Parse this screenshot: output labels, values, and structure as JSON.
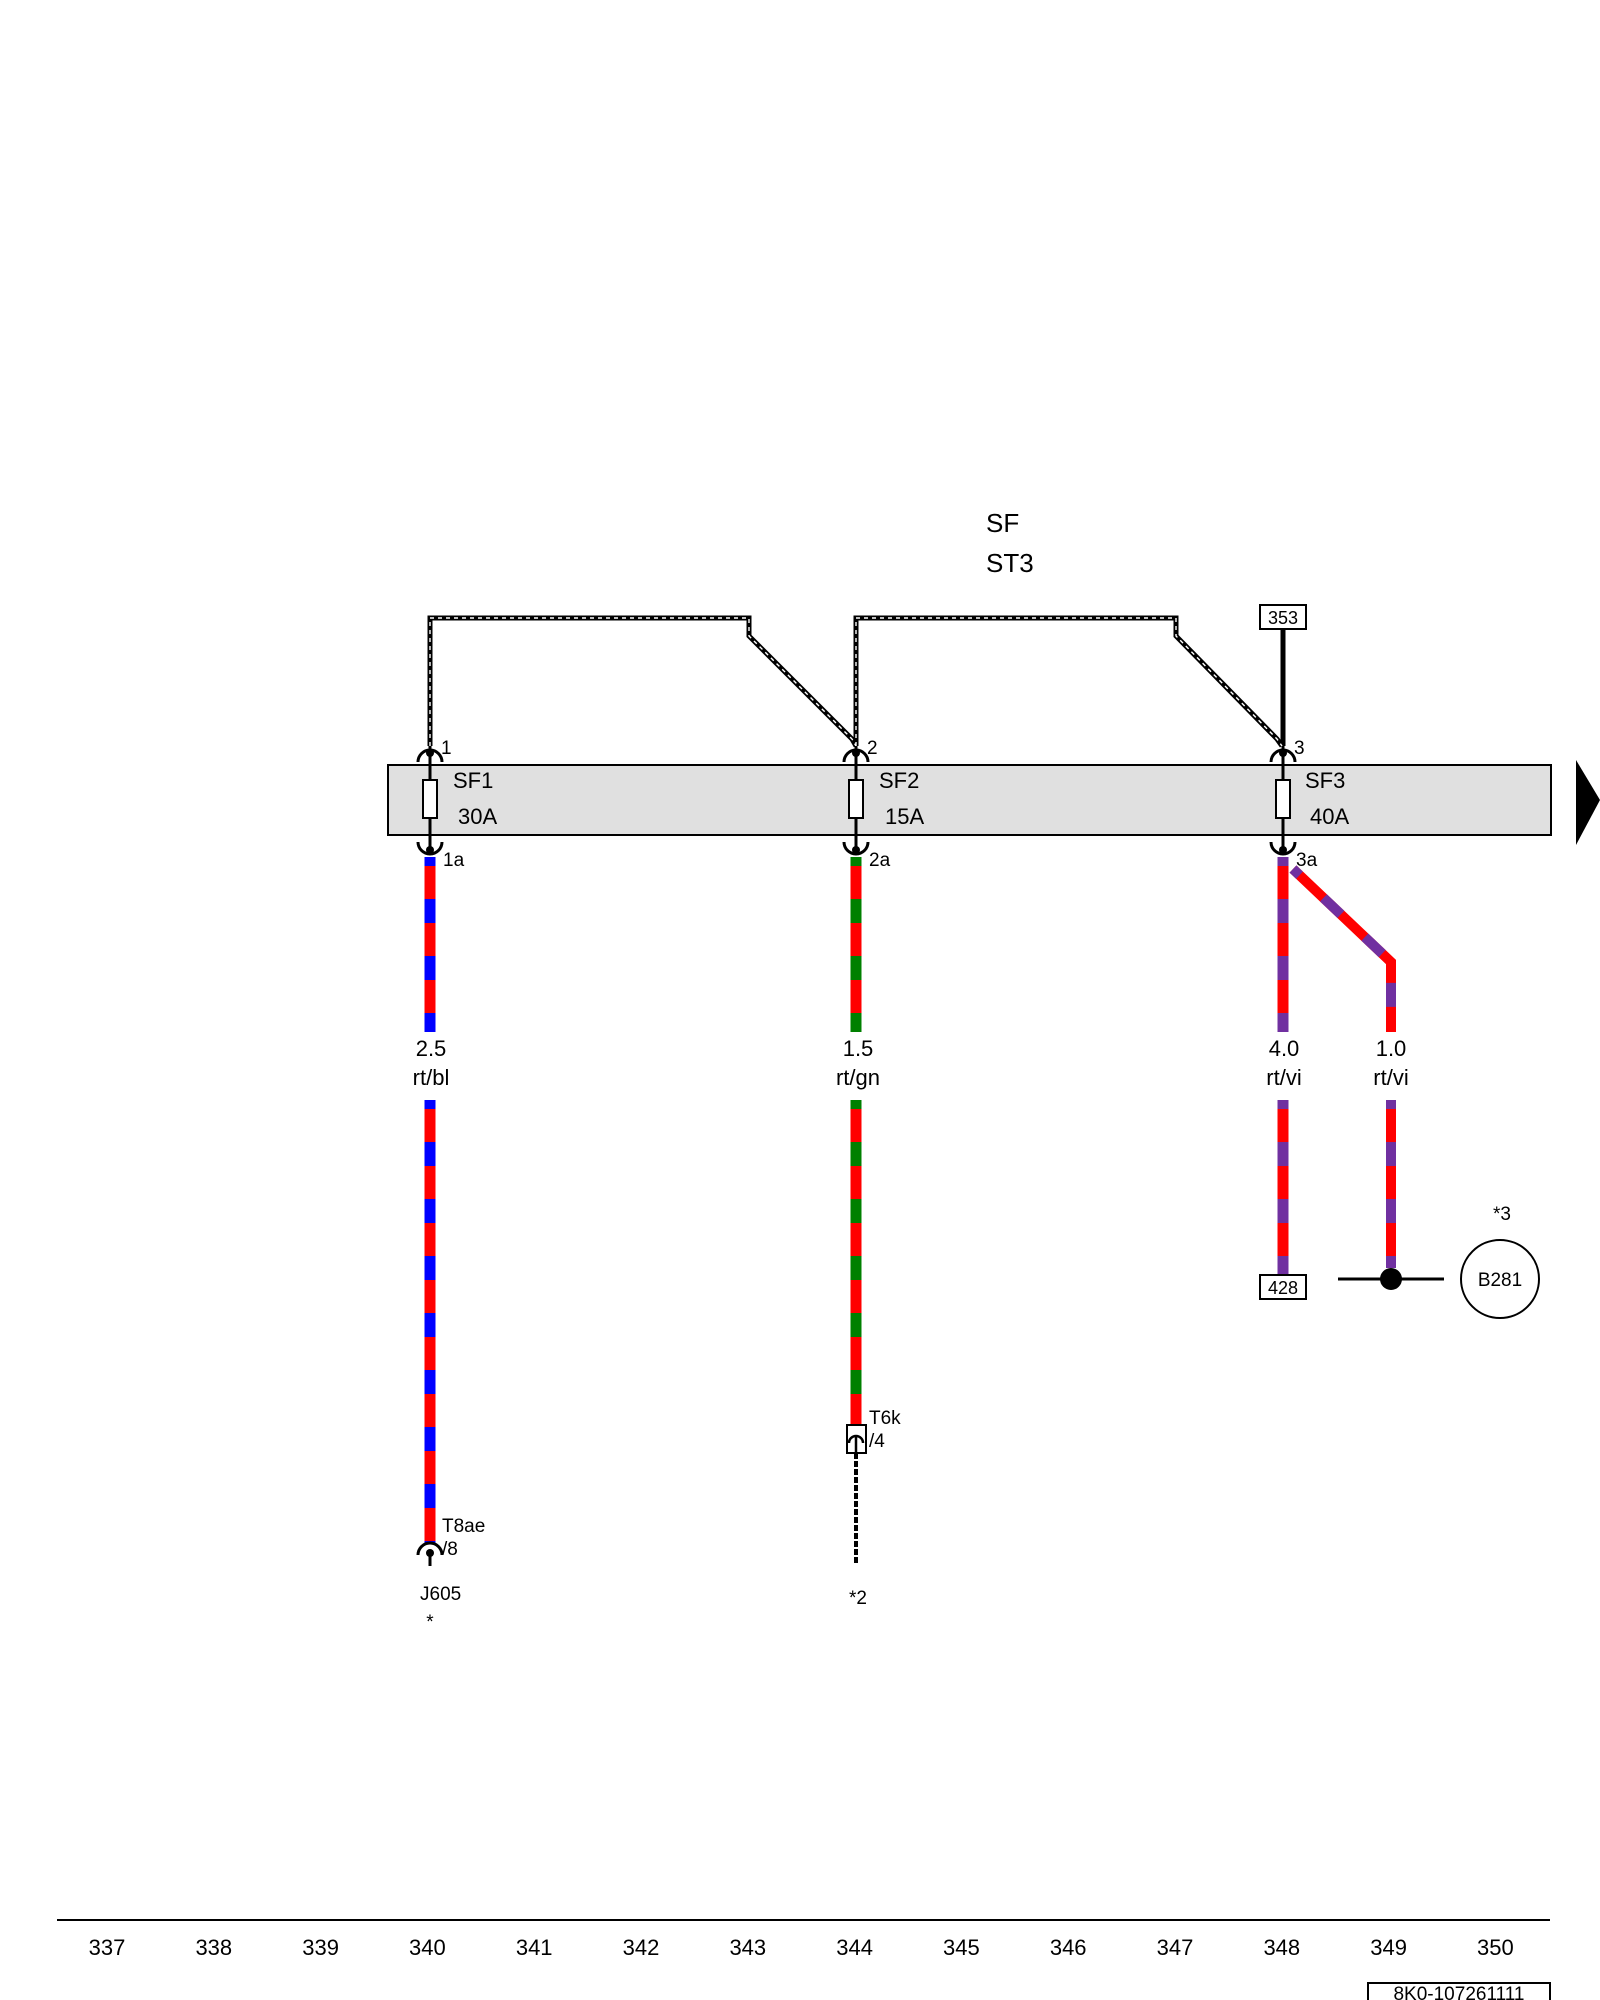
{
  "diagram": {
    "group_label": "SF",
    "carrier_label": "ST3",
    "fuses": [
      {
        "label": "SF1",
        "rating": "30A",
        "in_pin": "1",
        "out_pin": "1a"
      },
      {
        "label": "SF2",
        "rating": "15A",
        "in_pin": "2",
        "out_pin": "2a"
      },
      {
        "label": "SF3",
        "rating": "40A",
        "in_pin": "3",
        "out_pin": "3a"
      }
    ],
    "ref_boxes": {
      "top": "353",
      "bottom": "428"
    },
    "wires": [
      {
        "size": "2.5",
        "color_code": "rt/bl",
        "base_color": "#ff0000",
        "stripe_color": "#0000ff"
      },
      {
        "size": "1.5",
        "color_code": "rt/gn",
        "base_color": "#ff0000",
        "stripe_color": "#008000"
      },
      {
        "size": "4.0",
        "color_code": "rt/vi",
        "base_color": "#ff0000",
        "stripe_color": "#7030a0"
      },
      {
        "size": "1.0",
        "color_code": "rt/vi",
        "base_color": "#ff0000",
        "stripe_color": "#7030a0"
      }
    ],
    "connectors": {
      "t8ae": "T8ae",
      "t8ae_pin": "/8",
      "t6k": "T6k",
      "t6k_pin": "/4"
    },
    "components": {
      "j605": "J605",
      "j605_note": "*",
      "b281": "B281",
      "b281_note": "*3",
      "t6k_note": "*2"
    },
    "footer": {
      "columns": [
        "337",
        "338",
        "339",
        "340",
        "341",
        "342",
        "343",
        "344",
        "345",
        "346",
        "347",
        "348",
        "349",
        "350"
      ],
      "doc_code": "8K0-107261111"
    }
  }
}
